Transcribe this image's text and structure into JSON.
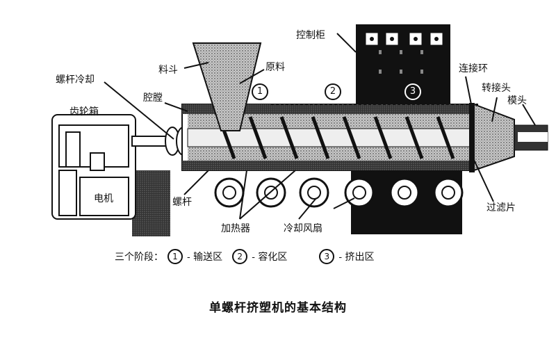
{
  "title": "单螺杆挤塑机的基本结构",
  "labels": {
    "control_cabinet": "控制柜",
    "hopper": "料斗",
    "raw_material": "原料",
    "screw_cooling": "螺杆冷却",
    "chamber": "腔膛",
    "gearbox": "齿轮箱",
    "motor": "电机",
    "screw": "螺杆",
    "heater": "加热器",
    "cooling_fan": "冷却风扇",
    "connecting_ring": "连接环",
    "adapter": "转接头",
    "die_head": "模头",
    "filter": "过滤片"
  },
  "zones": {
    "z1": "1",
    "z2": "2",
    "z3": "3"
  },
  "legend": {
    "prefix": "三个阶段：",
    "items": [
      {
        "num": "1",
        "text": "- 输送区"
      },
      {
        "num": "2",
        "text": "- 容化区"
      },
      {
        "num": "3",
        "text": "- 挤出区"
      }
    ]
  }
}
